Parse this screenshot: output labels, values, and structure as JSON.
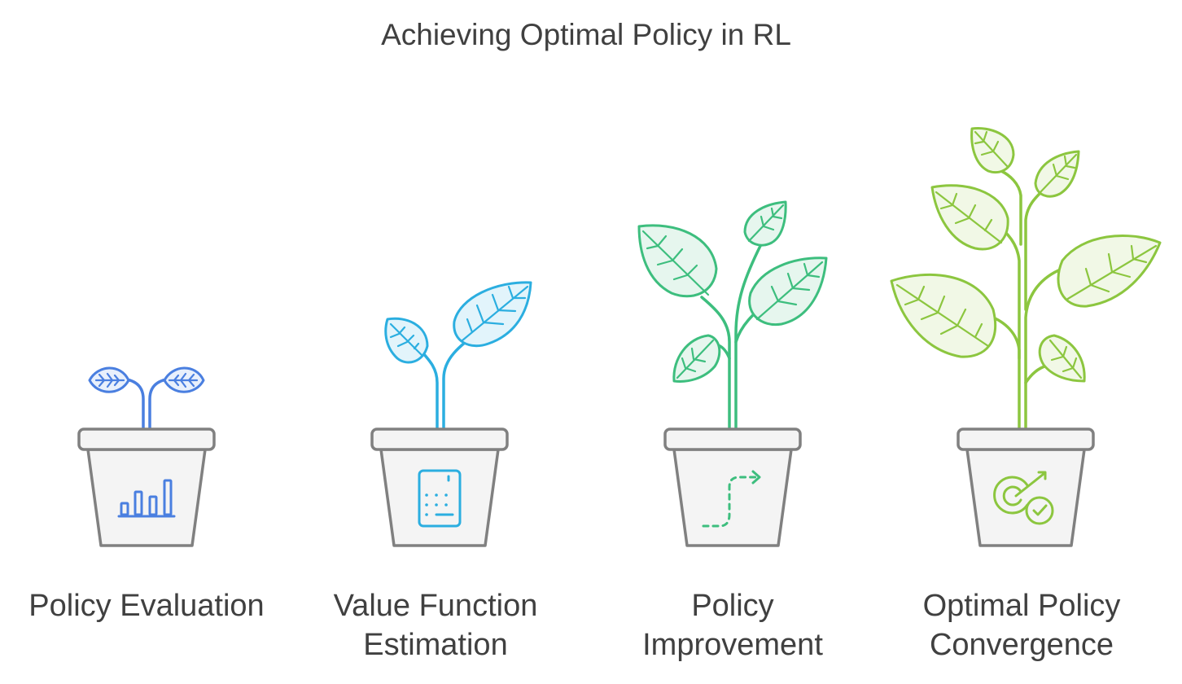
{
  "title": "Achieving Optimal Policy in RL",
  "stages": [
    {
      "label_lines": [
        "Policy Evaluation"
      ],
      "color": "#4A7FE0",
      "fill": "#E8F0FC",
      "icon": "bar-chart-icon",
      "growth": "sprout"
    },
    {
      "label_lines": [
        "Value Function",
        "Estimation"
      ],
      "color": "#2BAEE0",
      "fill": "#E2F4FB",
      "icon": "calculator-icon",
      "growth": "seedling"
    },
    {
      "label_lines": [
        "Policy",
        "Improvement"
      ],
      "color": "#3DBE7E",
      "fill": "#E6F6EE",
      "icon": "dashed-arrow-path-icon",
      "growth": "young-plant"
    },
    {
      "label_lines": [
        "Optimal Policy",
        "Convergence"
      ],
      "color": "#8CC63F",
      "fill": "#F1F8E6",
      "icon": "target-check-icon",
      "growth": "mature-plant"
    }
  ],
  "pot": {
    "fill": "#F4F4F4",
    "stroke": "#808080"
  }
}
